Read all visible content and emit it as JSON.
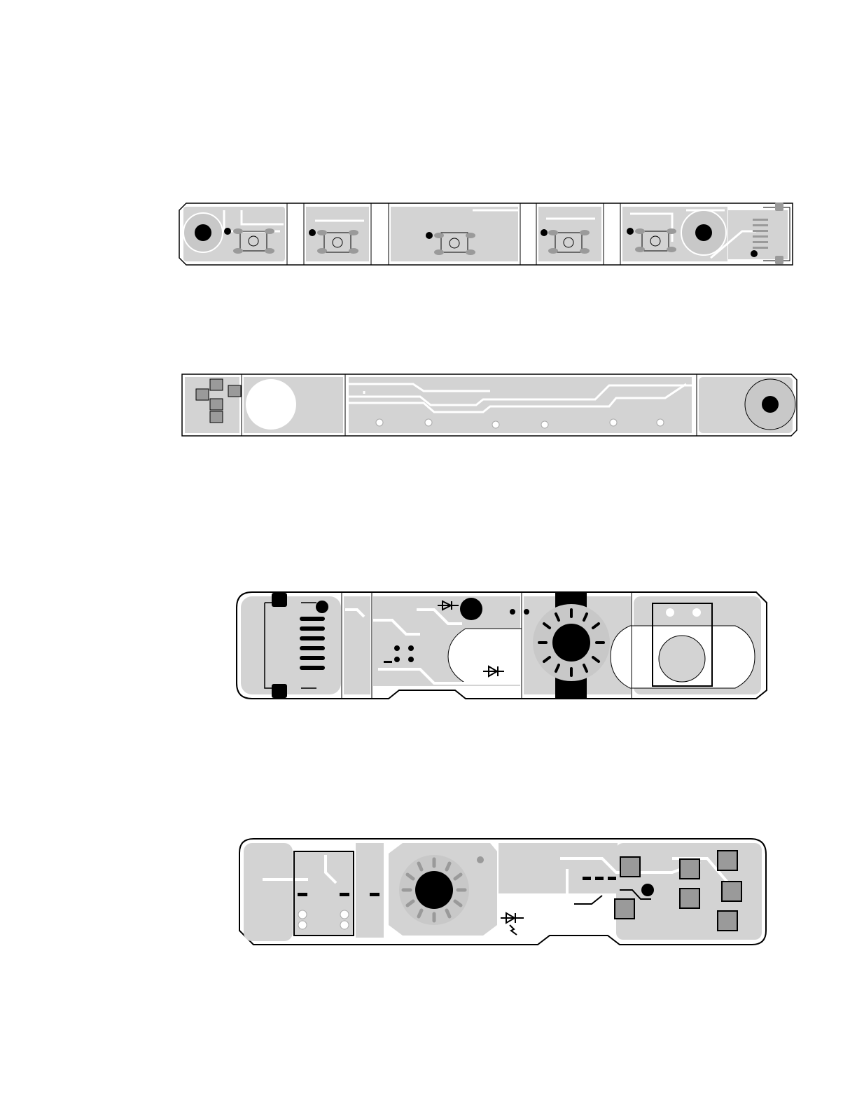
{
  "colors": {
    "background": "#ffffff",
    "copper": "#d3d3d3",
    "pad": "#9a9a9a",
    "outline": "#000000",
    "hole": "#000000",
    "trace_gap": "#ffffff"
  },
  "boards": [
    {
      "id": "board-1",
      "description_icon": "pcb-strip-icon"
    },
    {
      "id": "board-2",
      "description_icon": "pcb-strip-icon"
    },
    {
      "id": "board-3",
      "description_icon": "pcb-strip-icon"
    },
    {
      "id": "board-4",
      "description_icon": "pcb-strip-icon"
    }
  ]
}
